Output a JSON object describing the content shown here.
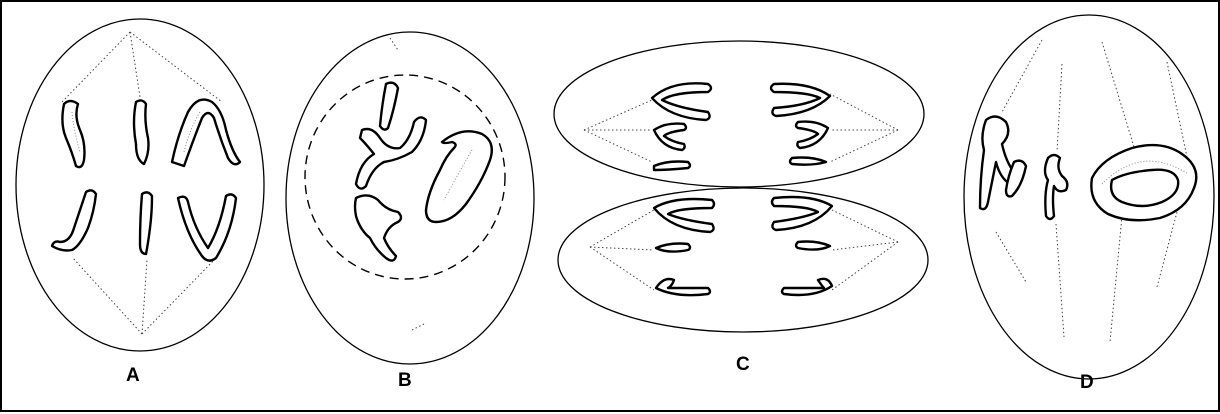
{
  "diagram": {
    "panels": [
      {
        "id": "A",
        "label": "A"
      },
      {
        "id": "B",
        "label": "B"
      },
      {
        "id": "C",
        "label": "C"
      },
      {
        "id": "D",
        "label": "D"
      }
    ]
  }
}
